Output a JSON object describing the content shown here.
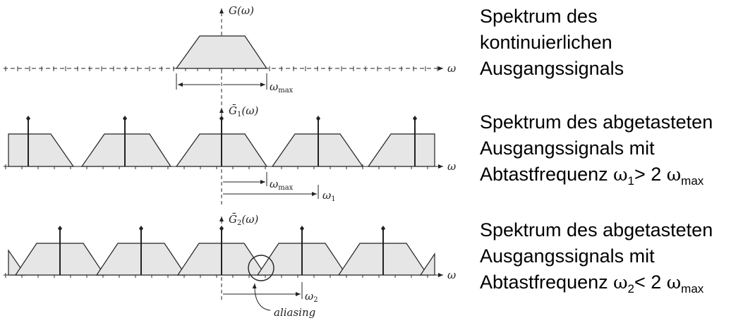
{
  "panels": [
    {
      "id": "continuous",
      "ylabel_main": "G(ω)",
      "ylabel_sub": "",
      "axis_label": "ω",
      "annotations": [
        {
          "text": "ω",
          "sub": "max"
        }
      ],
      "description_lines": [
        "Spektrum des",
        "kontinuierlichen",
        "Ausgangssignals"
      ]
    },
    {
      "id": "sampled-1",
      "ylabel_main": "Ḡ",
      "ylabel_sub": "1",
      "ylabel_tail": "(ω)",
      "axis_label": "ω",
      "annotations": [
        {
          "text": "ω",
          "sub": "max"
        },
        {
          "text": "ω",
          "sub": "1"
        }
      ],
      "description_lines": [
        "Spektrum des abgetasteten",
        "Ausgangssignals mit"
      ],
      "condition": {
        "prefix": "Abtastfrequenz ",
        "sym": "ω",
        "sub": "1",
        "rel": "> 2 ",
        "sym2": "ω",
        "sub2": "max"
      }
    },
    {
      "id": "sampled-2",
      "ylabel_main": "Ḡ",
      "ylabel_sub": "2",
      "ylabel_tail": "(ω)",
      "axis_label": "ω",
      "annotations": [
        {
          "text": "ω",
          "sub": "2"
        },
        {
          "text": "aliasing",
          "sub": ""
        }
      ],
      "description_lines": [
        "Spektrum des abgetasteten",
        "Ausgangssignals mit"
      ],
      "condition": {
        "prefix": "Abtastfrequenz ",
        "sym": "ω",
        "sub": "2",
        "rel": "< 2 ",
        "sym2": "ω",
        "sub2": "max"
      }
    }
  ],
  "colors": {
    "fill": "#e6e6e6",
    "stroke": "#222222"
  }
}
